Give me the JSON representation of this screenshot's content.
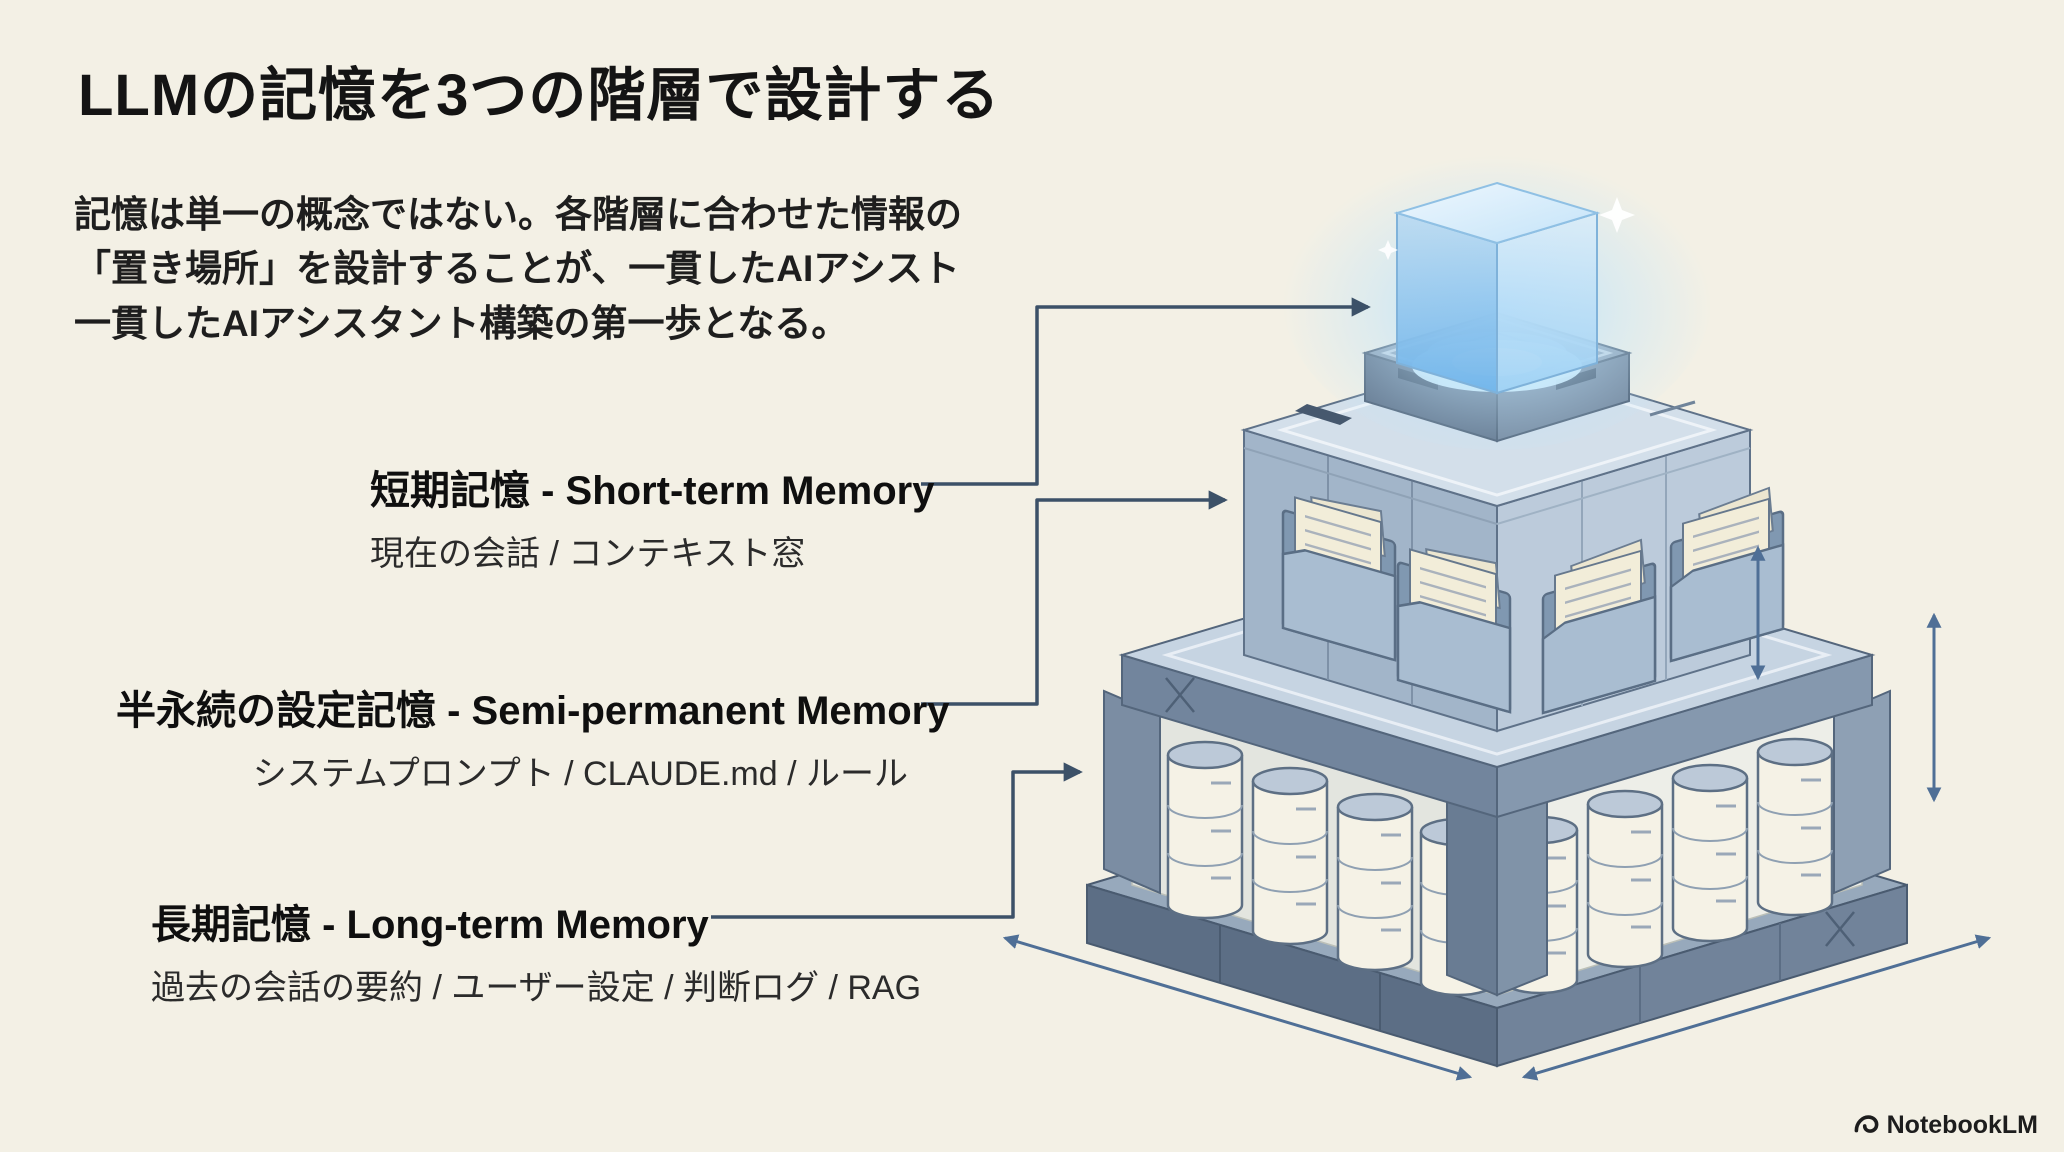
{
  "background": "#f3f0e5",
  "title": "LLMの記憶を3つの階層で設計する",
  "intro": {
    "line1": "記憶は単一の概念ではない。各階層に合わせた情報の",
    "line2": "「置き場所」を設計することが、一貫したAIアシスト",
    "line3": "一貫したAIアシスタント構築の第一歩となる。"
  },
  "labels": [
    {
      "title": "短期記憶 - Short-term Memory",
      "subtitle": "現在の会話 / コンテキスト窓",
      "points_to": "glowing-glass-cube-tier"
    },
    {
      "title": "半永続の設定記憶 - Semi-permanent Memory",
      "subtitle": "システムプロンプト / CLAUDE.md / ルール",
      "points_to": "folder-tier"
    },
    {
      "title": "長期記憶 - Long-term Memory",
      "subtitle": "過去の会話の要約 / ユーザー設定 / 判断ログ / RAG",
      "points_to": "database-tier"
    }
  ],
  "watermark": {
    "text": "NotebookLM"
  },
  "illustration": {
    "type": "isometric-three-tier-memory-pyramid",
    "tiers": [
      "glowing-glass-cube",
      "folder-box",
      "database-platform"
    ],
    "colors": {
      "background": "#f3f0e5",
      "ink": "#141414",
      "connector_line": "#3c5168",
      "dimension_line": "#4f6f96",
      "structure_dark": "#5c6e85",
      "structure_mid": "#8aa0b8",
      "structure_light": "#c6d4e2",
      "cube_glow": "#9ed2f5",
      "paper_cream": "#f2edd9"
    }
  }
}
